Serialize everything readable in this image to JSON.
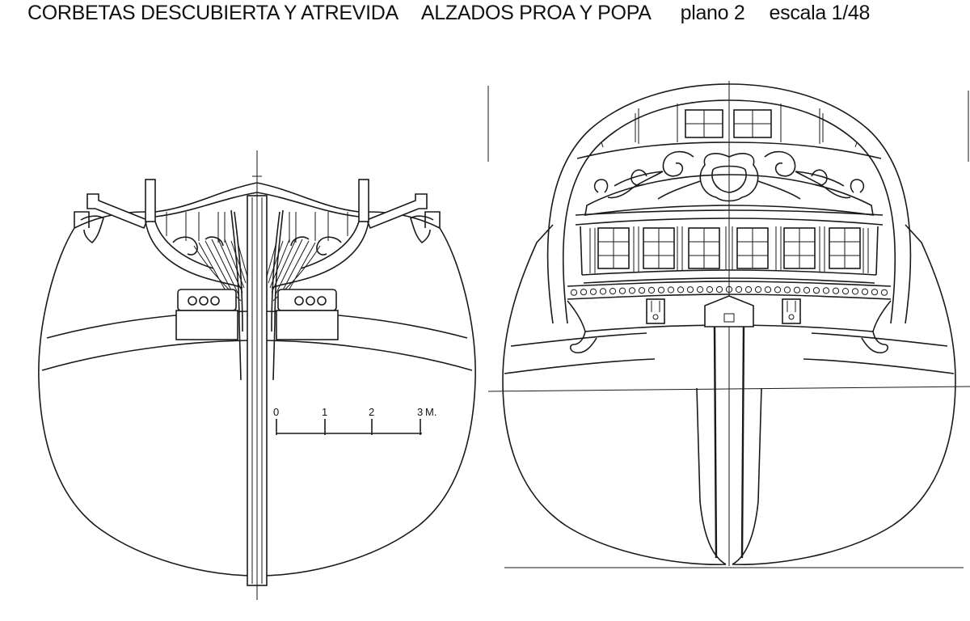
{
  "header": {
    "title": "CORBETAS DESCUBIERTA Y ATREVIDA",
    "subtitle": "ALZADOS PROA Y POPA",
    "sheet": "plano 2",
    "scale": "escala 1/48"
  },
  "scale_bar": {
    "labels": [
      "0",
      "1",
      "2",
      "3"
    ],
    "unit": "M."
  }
}
